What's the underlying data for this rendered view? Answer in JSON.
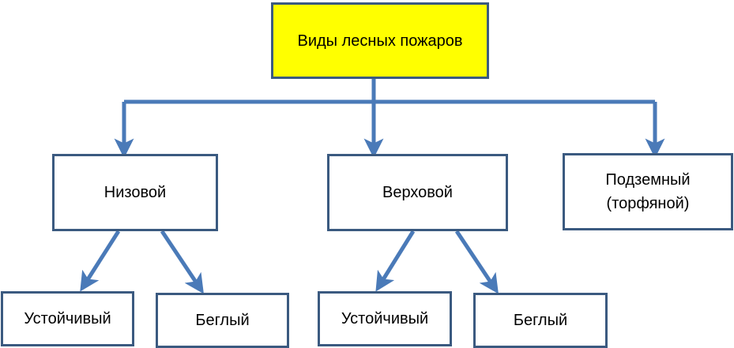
{
  "diagram": {
    "colors": {
      "box_border": "#3b5a80",
      "root_fill": "#ffff00",
      "arrow": "#4a7ab8"
    },
    "root": {
      "label": "Виды лесных пожаров"
    },
    "level1": [
      {
        "label": "Низовой"
      },
      {
        "label": "Верховой"
      },
      {
        "label": "Подземный\n(торфяной)"
      }
    ],
    "level2": [
      {
        "label": "Устойчивый"
      },
      {
        "label": "Беглый"
      },
      {
        "label": "Устойчивый"
      },
      {
        "label": "Беглый"
      }
    ]
  }
}
